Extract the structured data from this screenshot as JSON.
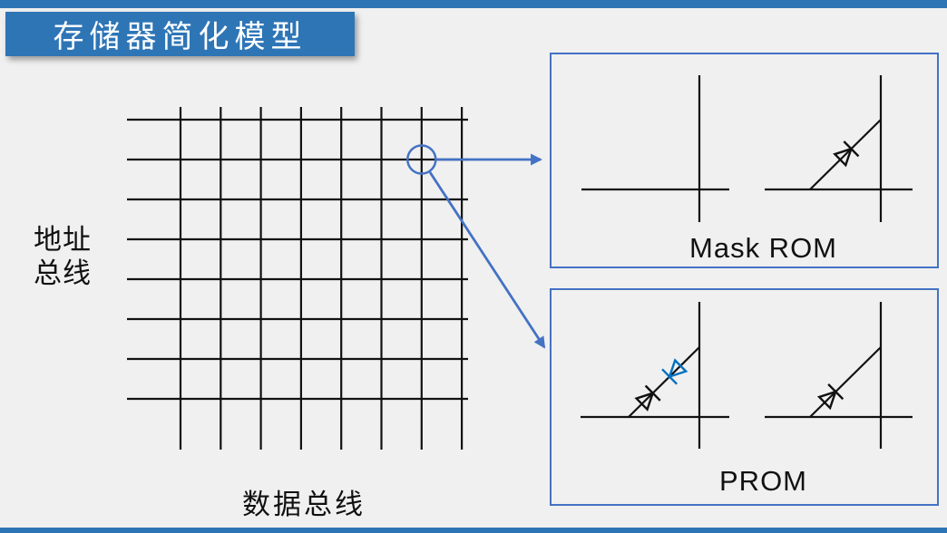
{
  "title": {
    "text": "存储器简化模型"
  },
  "memory_grid": {
    "address_lines": 8,
    "data_lines": 8,
    "address_bus_label_line1": "地址",
    "address_bus_label_line2": "总线",
    "data_bus_label": "数据总线",
    "highlighted_cell": {
      "row": 2,
      "col": 7
    }
  },
  "callout_boxes": [
    {
      "label": "Mask ROM",
      "cells": [
        "no-diode",
        "diode"
      ]
    },
    {
      "label": "PROM",
      "cells": [
        "diode-with-reverse-fuse-diode",
        "diode"
      ]
    }
  ],
  "colors": {
    "background": "#f0f0f0",
    "accent_bar": "#2e75b6",
    "title_text": "#ffffff",
    "callout_blue": "#4472c4",
    "line_black": "#111111",
    "fuse_diode_blue": "#0070c0"
  }
}
